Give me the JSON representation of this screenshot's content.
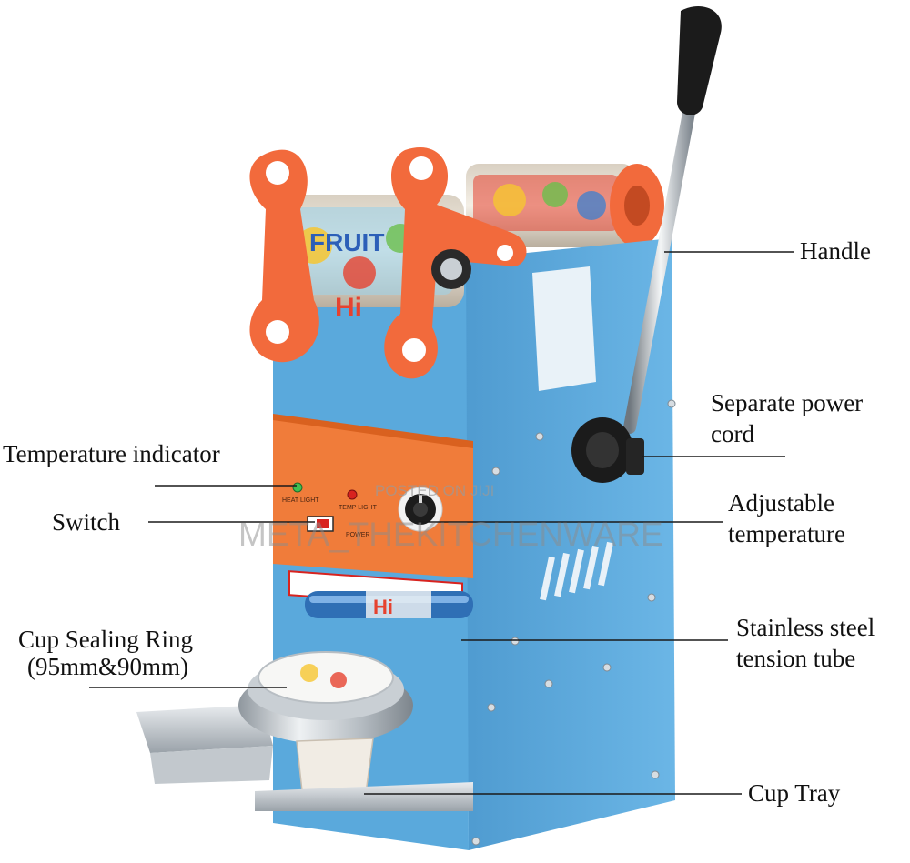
{
  "colors": {
    "body_blue": "#5aa9dc",
    "panel_orange": "#f07c3a",
    "roller_orange": "#f26a3c",
    "steel": "#c9cfd4",
    "handle_black": "#1b1b1b",
    "leader_line": "#1a1a1a"
  },
  "labels": {
    "handle": "Handle",
    "power_cord_1": "Separate power",
    "power_cord_2": "cord",
    "temp_indicator": "Temperature indicator",
    "switch": "Switch",
    "adjustable_1": "Adjustable",
    "adjustable_2": "temperature",
    "cup_ring_1": "Cup Sealing Ring",
    "cup_ring_2": "(95mm&90mm)",
    "tension_1": "Stainless steel",
    "tension_2": "tension tube",
    "cup_tray": "Cup Tray"
  },
  "panel_text": {
    "heat_light": "HEAT LIGHT",
    "temp_light": "TEMP LIGHT",
    "power": "POWER",
    "roll_text": "FRUIT",
    "hi_text": "Hi"
  },
  "watermark": {
    "posted": "POSTED ON JIJI",
    "seller": "META_THEKITCHENWARE"
  }
}
